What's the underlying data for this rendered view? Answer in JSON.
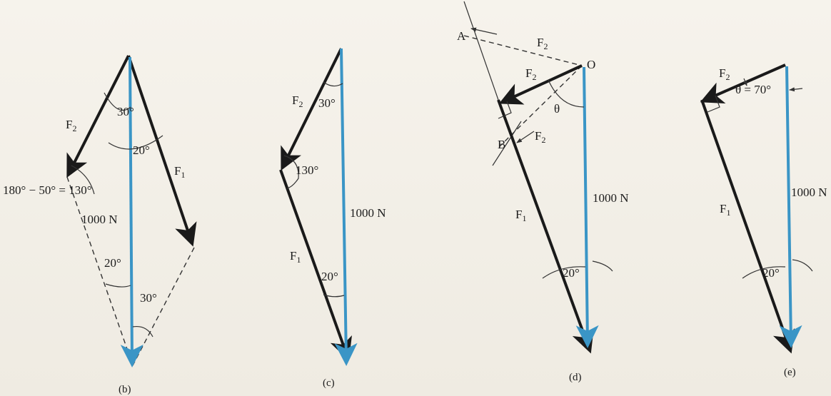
{
  "diagram_b": {
    "caption": "(b)",
    "angle_30_top": "30°",
    "angle_20_top": "20°",
    "angle_sum": "180° − 50° = 130°",
    "force_load": "1000 N",
    "angle_20_bottom": "20°",
    "angle_30_bottom": "30°",
    "f2_main": "F",
    "f2_sub": "2",
    "f1_main": "F",
    "f1_sub": "1"
  },
  "diagram_c": {
    "caption": "(c)",
    "angle_30": "30°",
    "angle_130": "130°",
    "force_load": "1000 N",
    "angle_20": "20°",
    "f2_main": "F",
    "f2_sub": "2",
    "f1_main": "F",
    "f1_sub": "1"
  },
  "diagram_d": {
    "caption": "(d)",
    "point_a": "A",
    "point_o": "O",
    "point_b": "B",
    "theta": "θ",
    "force_load": "1000 N",
    "angle_20": "20°",
    "f2_main": "F",
    "f2_sub": "2",
    "f1_main": "F",
    "f1_sub": "1"
  },
  "diagram_e": {
    "caption": "(e)",
    "theta_value": "θ = 70°",
    "force_load": "1000 N",
    "angle_20": "20°",
    "f2_main": "F",
    "f2_sub": "2",
    "f1_main": "F",
    "f1_sub": "1"
  },
  "colors": {
    "load_vector": "#3a95c6",
    "force_vector": "#1a1a1a"
  }
}
